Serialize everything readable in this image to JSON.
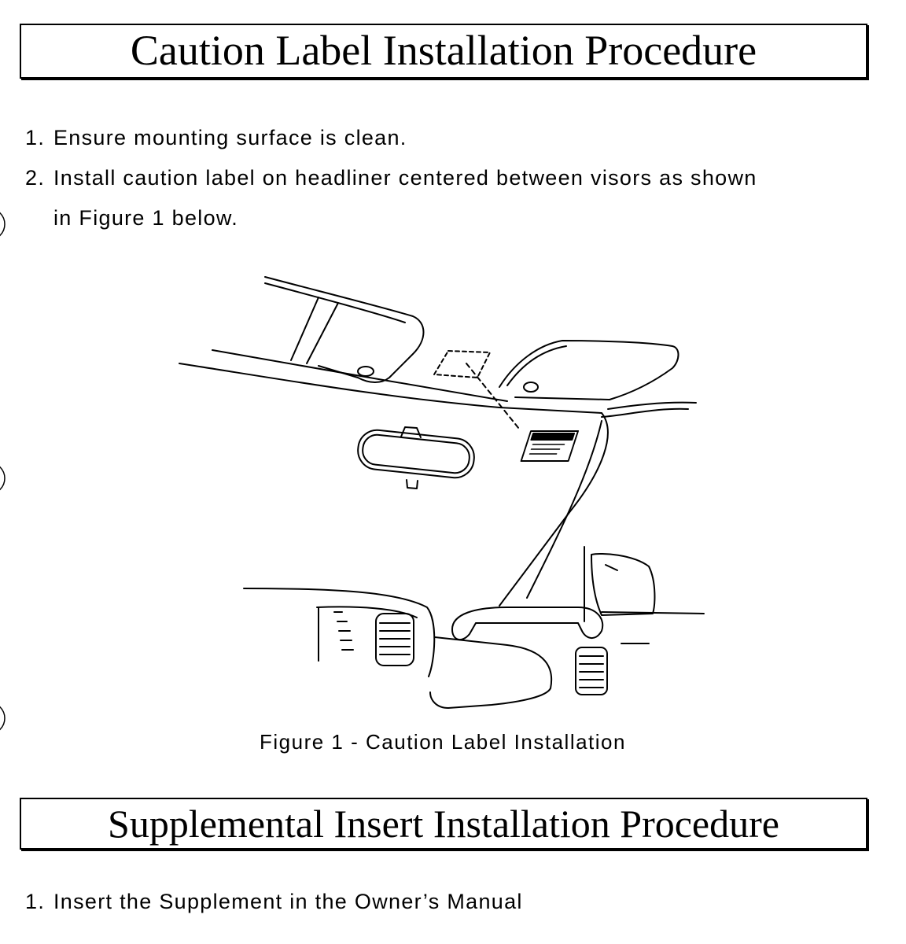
{
  "section1": {
    "title": "Caution Label Installation Procedure",
    "steps": [
      {
        "number": "1.",
        "text": "Ensure mounting surface is clean."
      },
      {
        "number": "2.",
        "text": "Install caution label on headliner centered between visors as shown",
        "continuation": "in Figure 1 below."
      }
    ]
  },
  "figure": {
    "caption": "Figure 1 - Caution Label Installation"
  },
  "section2": {
    "title": "Supplemental Insert Installation Procedure",
    "steps": [
      {
        "number": "1.",
        "text": "Insert the Supplement in the Owner’s Manual"
      }
    ]
  }
}
